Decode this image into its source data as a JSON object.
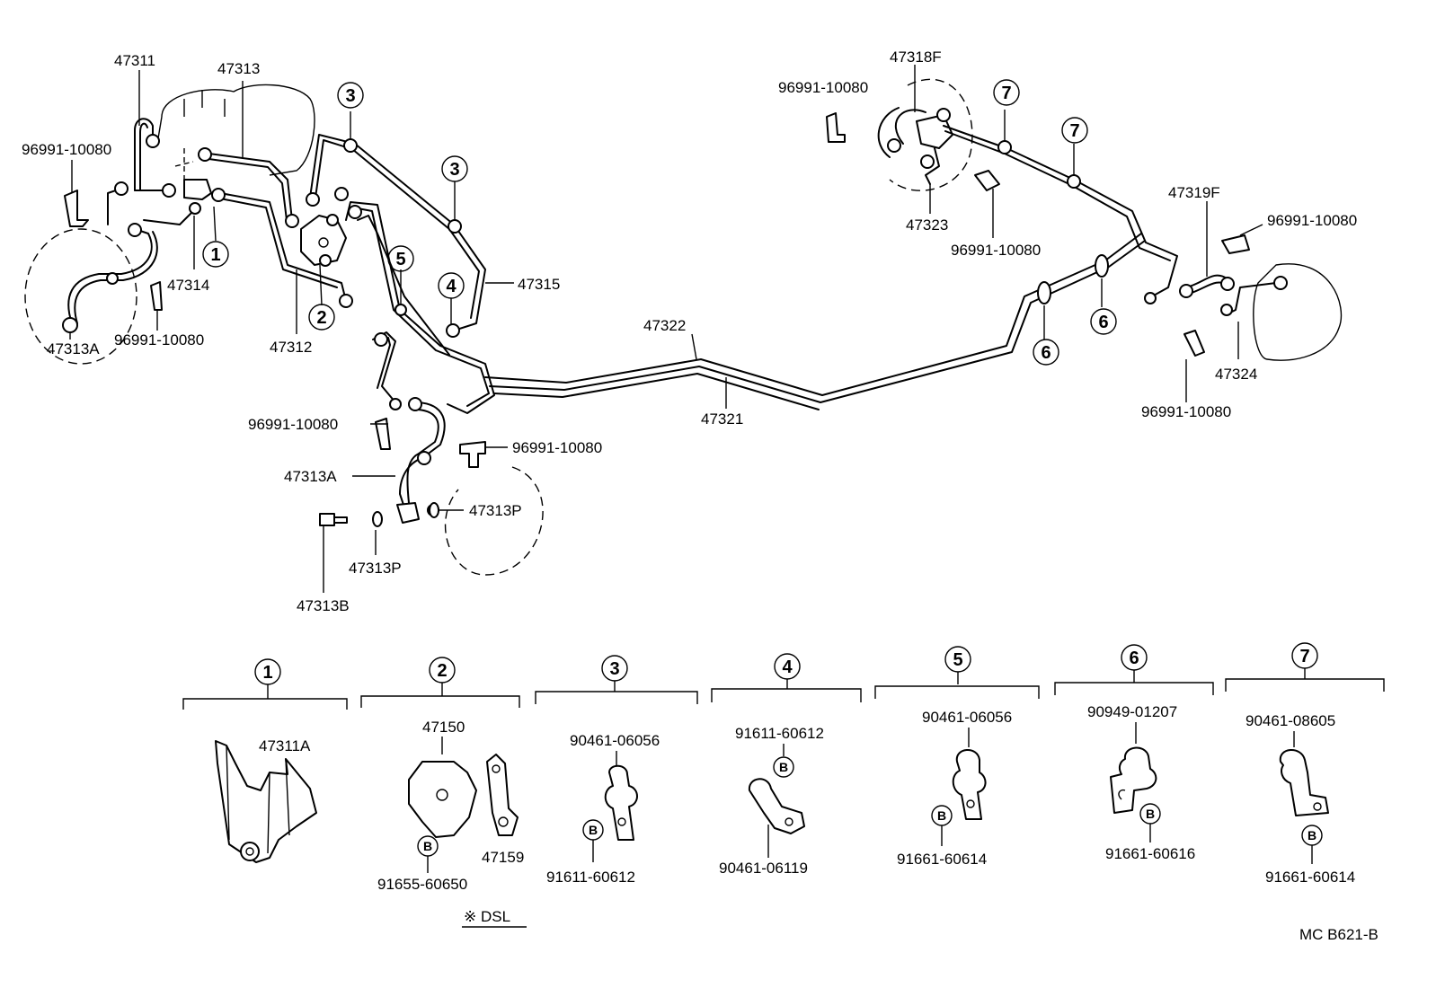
{
  "labels": {
    "l47311": "47311",
    "l47313": "47313",
    "l96991_a": "96991-10080",
    "l47314": "47314",
    "l96991_b": "96991-10080",
    "l47313A_a": "47313A",
    "l47312": "47312",
    "l47315": "47315",
    "l96991_c": "96991-10080",
    "l96991_d": "96991-10080",
    "l47313A_b": "47313A",
    "l47313P_a": "47313P",
    "l47313P_b": "47313P",
    "l47313B": "47313B",
    "l47322": "47322",
    "l47321": "47321",
    "l96991_e": "96991-10080",
    "l47318F": "47318F",
    "l47323": "47323",
    "l96991_f": "96991-10080",
    "l47319F": "47319F",
    "l96991_g": "96991-10080",
    "l47324": "47324",
    "l96991_h": "96991-10080"
  },
  "callouts": {
    "c1": "1",
    "c2": "2",
    "c3": "3",
    "c4": "4",
    "c5": "5",
    "c6": "6",
    "c7": "7"
  },
  "details": [
    {
      "num": "1",
      "parts": [
        "47311A"
      ]
    },
    {
      "num": "2",
      "parts": [
        "47150",
        "47159",
        "91655-60650"
      ],
      "bolt": "B"
    },
    {
      "num": "3",
      "parts": [
        "90461-06056",
        "91611-60612"
      ],
      "bolt": "B"
    },
    {
      "num": "4",
      "parts": [
        "91611-60612",
        "90461-06119"
      ],
      "bolt": "B"
    },
    {
      "num": "5",
      "parts": [
        "90461-06056",
        "91661-60614"
      ],
      "bolt": "B"
    },
    {
      "num": "6",
      "parts": [
        "90949-01207",
        "91661-60616"
      ],
      "bolt": "B"
    },
    {
      "num": "7",
      "parts": [
        "90461-08605",
        "91661-60614"
      ],
      "bolt": "B"
    }
  ],
  "note": "※ DSL",
  "code": "MC  B621-B"
}
